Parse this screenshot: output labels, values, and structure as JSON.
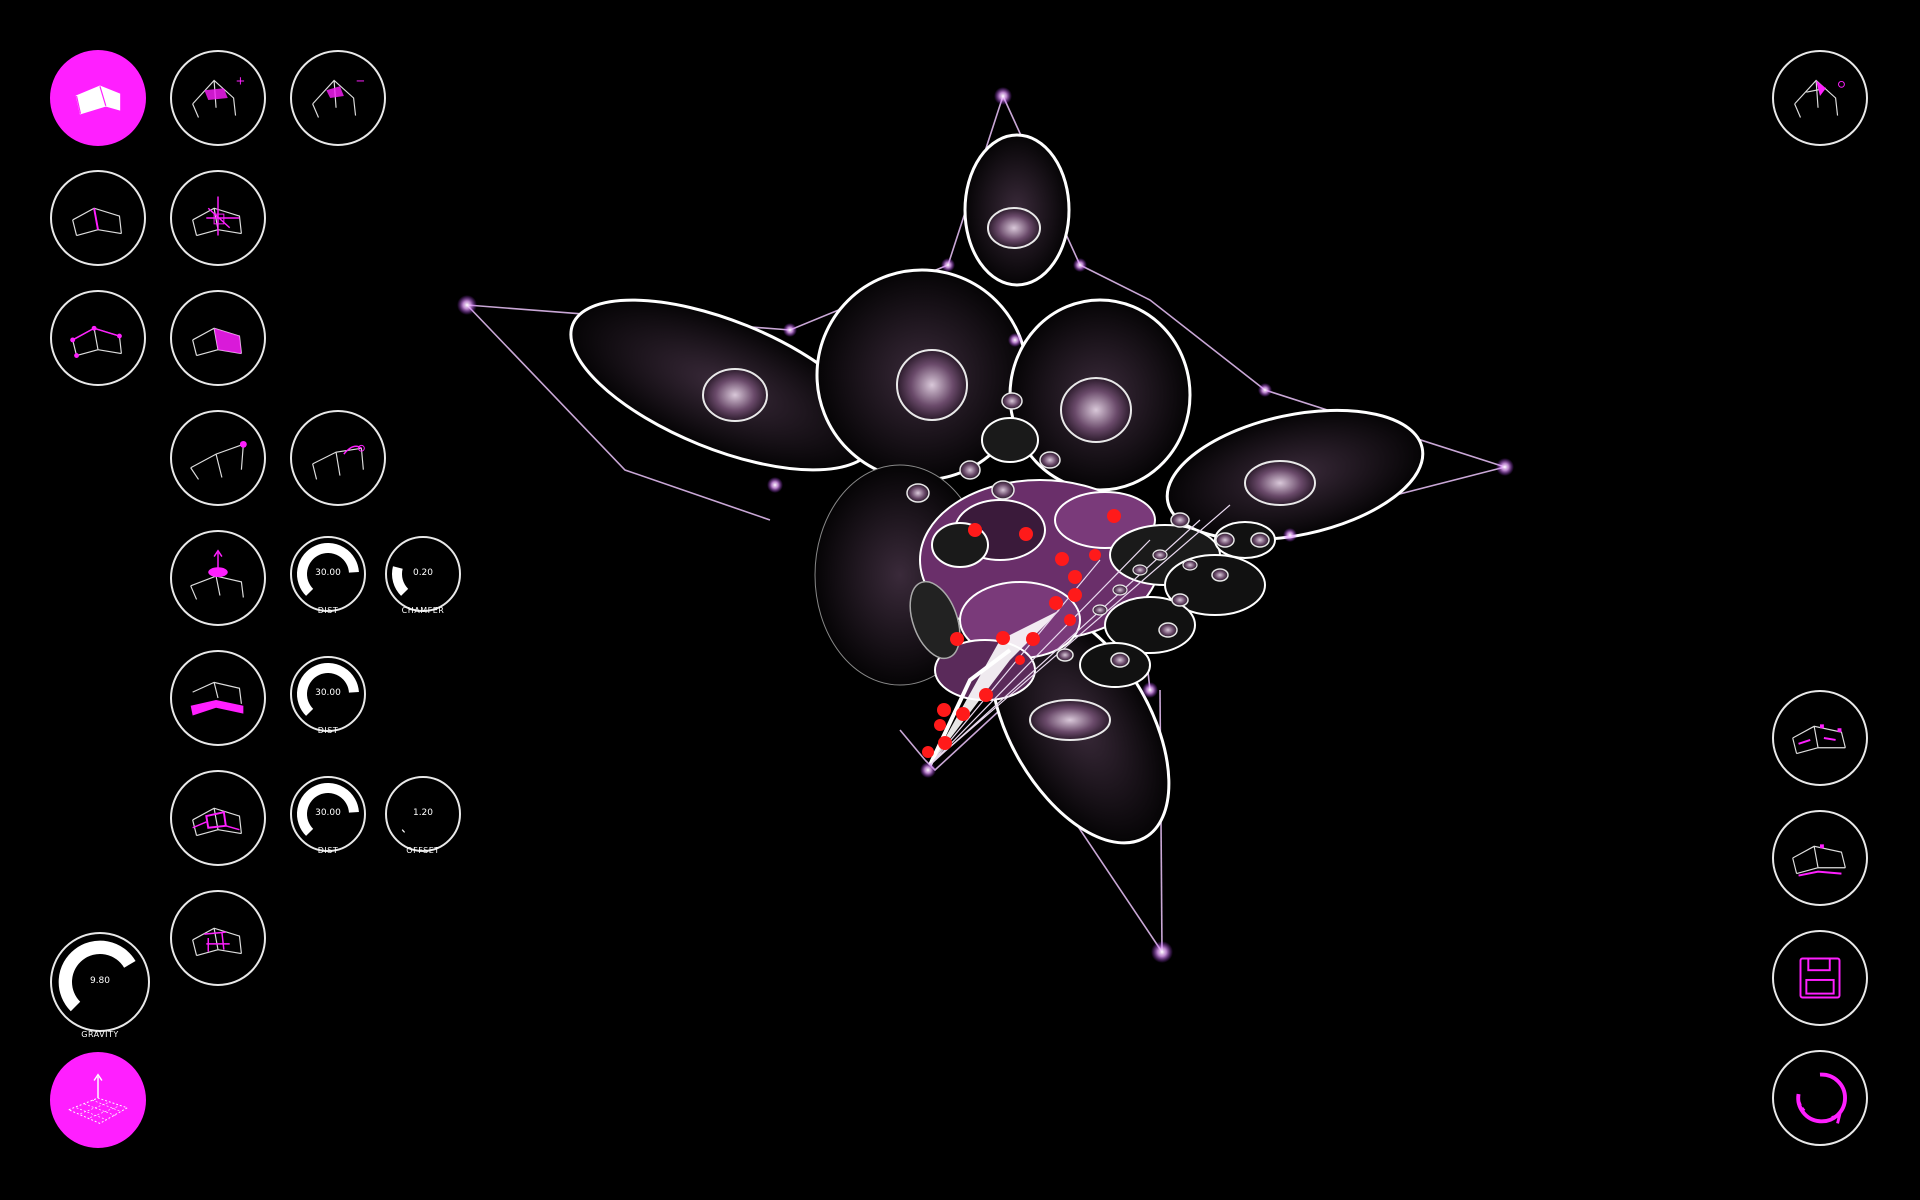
{
  "accent_color": "#ff1fff",
  "red_point_color": "#ff1a1a",
  "left_toolbar": {
    "tools": [
      {
        "name": "surface-mode",
        "icon": "surface-icon",
        "active": true
      },
      {
        "name": "add-point",
        "icon": "surface-add-icon",
        "active": false
      },
      {
        "name": "remove-point",
        "icon": "surface-remove-icon",
        "active": false
      },
      {
        "name": "edit-edges",
        "icon": "surface-edges-icon",
        "active": false
      },
      {
        "name": "move-vertex",
        "icon": "surface-move-icon",
        "active": false
      },
      {
        "name": "select-nodes",
        "icon": "surface-nodes-icon",
        "active": false
      },
      {
        "name": "select-face",
        "icon": "surface-face-icon",
        "active": false
      },
      {
        "name": "cable-anchor",
        "icon": "cable-anchor-icon",
        "active": false
      },
      {
        "name": "cable-edit",
        "icon": "cable-edit-icon",
        "active": false
      },
      {
        "name": "lift-point",
        "icon": "lift-icon",
        "active": false
      },
      {
        "name": "edge-offset",
        "icon": "edge-offset-icon",
        "active": false
      },
      {
        "name": "panel-inset",
        "icon": "panel-inset-icon",
        "active": false
      },
      {
        "name": "panel-grid",
        "icon": "panel-grid-icon",
        "active": false
      },
      {
        "name": "perspective-view",
        "icon": "perspective-icon",
        "active": true
      }
    ],
    "dials": {
      "dist_1": {
        "value": "30.00",
        "label": "DIST",
        "fraction": 0.82
      },
      "chamfer": {
        "value": "0.20",
        "label": "CHAMFER",
        "fraction": 0.22
      },
      "dist_2": {
        "value": "30.00",
        "label": "DIST",
        "fraction": 0.82
      },
      "dist_3": {
        "value": "30.00",
        "label": "DIST",
        "fraction": 0.82
      },
      "offset": {
        "value": "1.20",
        "label": "OFFSET",
        "fraction": 0.03
      },
      "gravity": {
        "value": "9.80",
        "label": "GRAVITY",
        "fraction": 0.72
      }
    }
  },
  "right_toolbar": {
    "tools": [
      {
        "name": "view-settings",
        "icon": "view-settings-icon"
      },
      {
        "name": "panel-layout-1",
        "icon": "panel-layout-icon"
      },
      {
        "name": "panel-layout-2",
        "icon": "panel-layout-alt-icon"
      },
      {
        "name": "save",
        "icon": "save-icon"
      },
      {
        "name": "reset",
        "icon": "refresh-icon"
      }
    ]
  }
}
